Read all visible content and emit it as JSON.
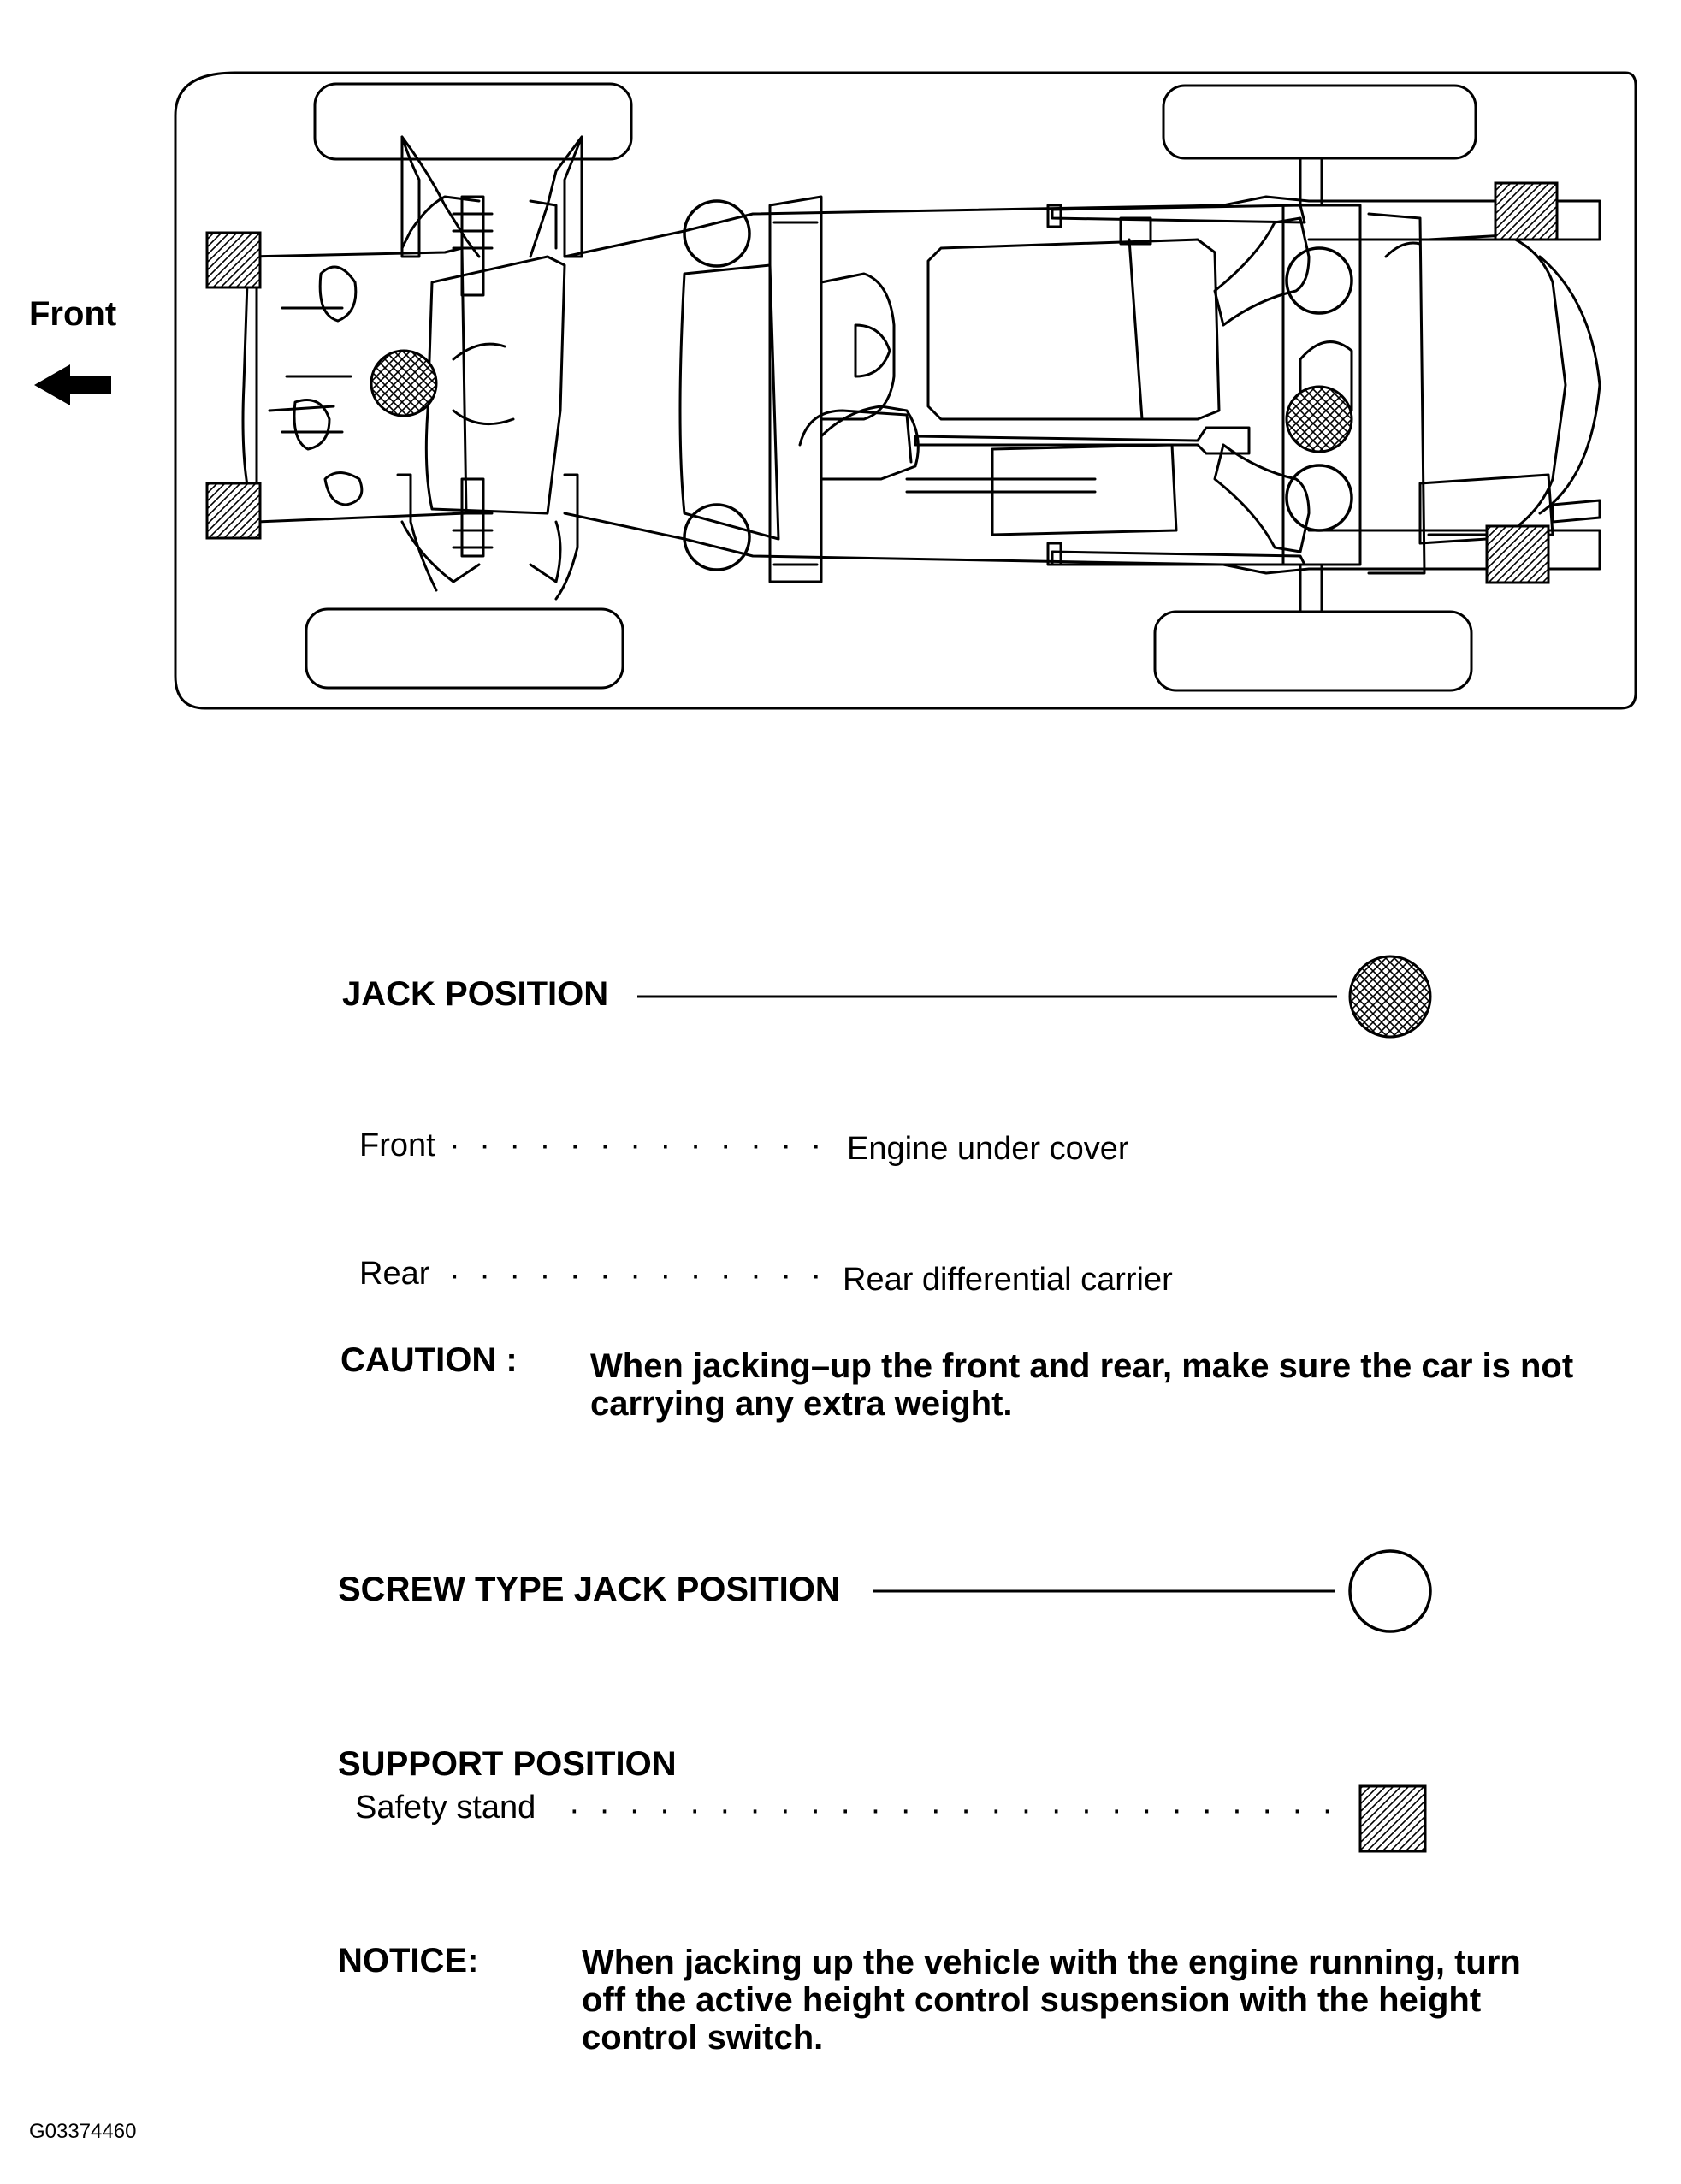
{
  "direction": {
    "label": "Front",
    "icon": "arrow-left-icon"
  },
  "legend": {
    "jack": {
      "title": "JACK POSITION",
      "symbol": "crosshatched-circle-icon",
      "rows": [
        {
          "label": "Front",
          "value": "Engine under cover"
        },
        {
          "label": "Rear",
          "value": "Rear differential carrier"
        }
      ],
      "caution_label": "CAUTION :",
      "caution_text": "When jacking–up the front and rear, make sure the car is not carrying any extra weight."
    },
    "screw_jack": {
      "title": "SCREW TYPE JACK POSITION",
      "symbol": "open-circle-icon"
    },
    "support": {
      "title": "SUPPORT POSITION",
      "row_label": "Safety stand",
      "symbol": "hatched-square-icon"
    },
    "notice_label": "NOTICE:",
    "notice_text": "When jacking up the vehicle with the engine running, turn off the active height control suspension with the height control switch."
  },
  "figure_id": "G03374460"
}
